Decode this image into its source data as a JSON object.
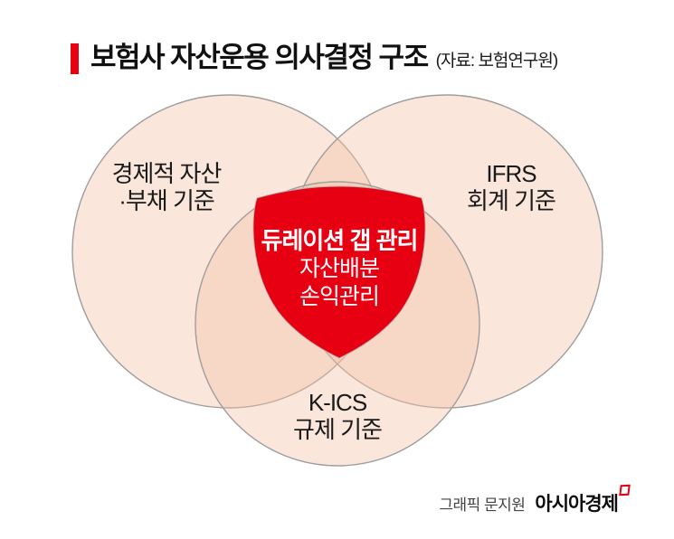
{
  "header": {
    "title": "보험사 자산운용 의사결정 구조",
    "source_note": "(자료: 보험연구원)"
  },
  "venn": {
    "circles": [
      {
        "name": "economic-asset-liability",
        "lines": [
          "경제적 자산",
          "·부채 기준"
        ]
      },
      {
        "name": "ifrs-accounting",
        "lines": [
          "IFRS",
          "회계 기준"
        ]
      },
      {
        "name": "kics-regulation",
        "lines": [
          "K-ICS",
          "규제 기준"
        ]
      }
    ],
    "center": {
      "lines": [
        "듀레이션 갭 관리",
        "자산배분",
        "손익관리"
      ]
    }
  },
  "footer": {
    "credit": "그래픽 문지원",
    "brand": "아시아경제"
  },
  "colors": {
    "accent_red": "#e60012",
    "circle_fill": "#f3c1a6",
    "circle_stroke": "#9e9e9e",
    "title_text": "#111111"
  }
}
